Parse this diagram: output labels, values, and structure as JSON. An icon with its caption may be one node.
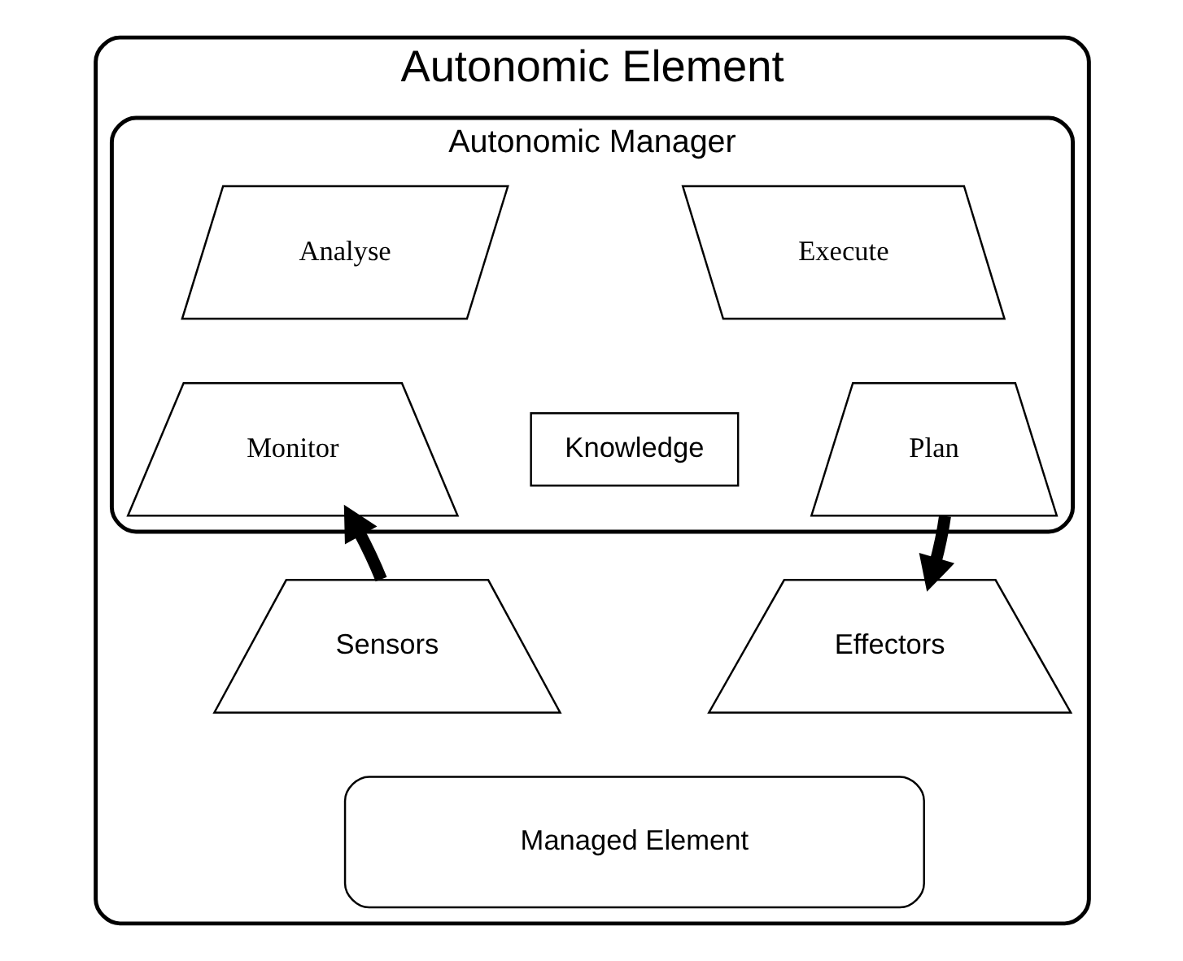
{
  "diagram": {
    "nodes": [
      {
        "text": [
          "Autonomic Element"
        ]
      },
      {
        "text": [
          "Autonomic Manager"
        ],
        "in": 0
      },
      {
        "text": [
          "Monitor"
        ],
        "in": 1
      },
      {
        "text": [
          "Analyse"
        ],
        "in": 1
      },
      {
        "text": [
          "Execute"
        ],
        "in": 1
      },
      {
        "text": [
          "Plan"
        ],
        "in": 1
      },
      {
        "text": [
          "Knowledge"
        ],
        "in": 1
      },
      {
        "text": [
          "Sensors"
        ],
        "in": 0
      },
      {
        "text": [
          "Effectors"
        ],
        "in": 0
      },
      {
        "text": [
          "Managed Element"
        ],
        "in": 0
      }
    ],
    "edges": [
      {
        "from": 7,
        "to": 2,
        "arrow": "to"
      },
      {
        "from": 5,
        "to": 8,
        "arrow": "to"
      }
    ]
  }
}
